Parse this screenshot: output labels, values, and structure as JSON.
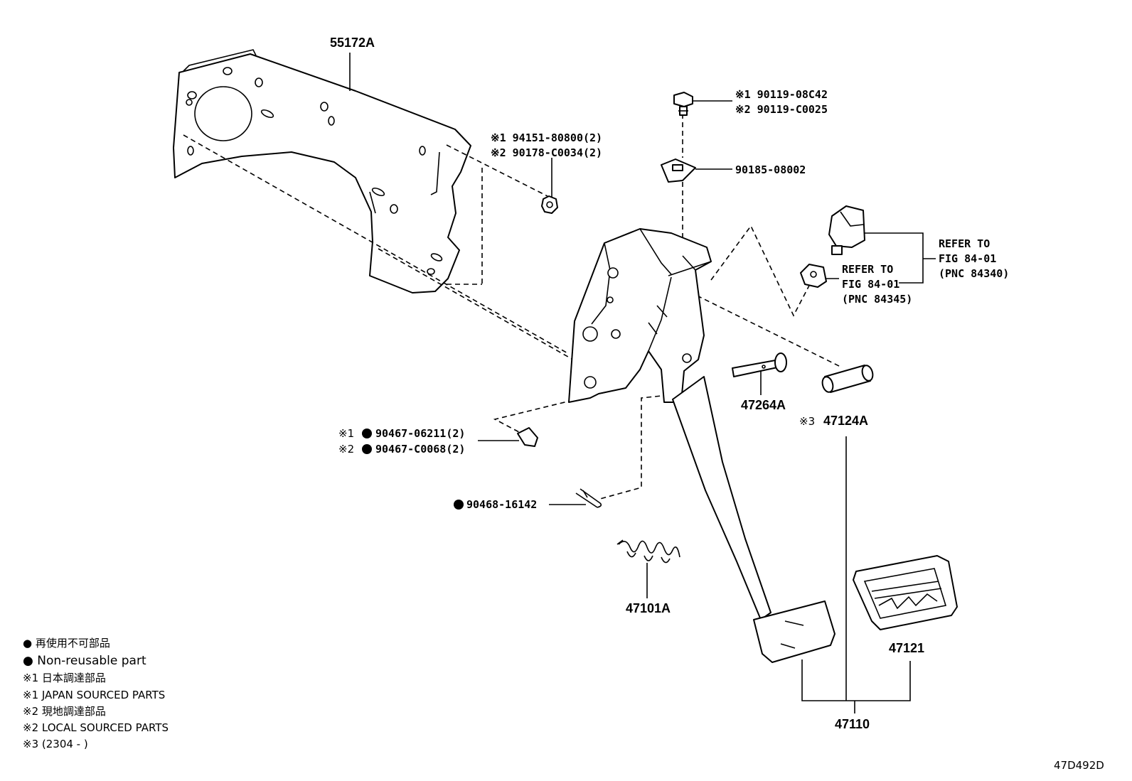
{
  "diagram": {
    "id": "47D492D",
    "parts": {
      "bracket": "55172A",
      "nut_1": "※1 94151-80800(2)",
      "nut_2": "※2 90178-C0034(2)",
      "bolt_1": "※1 90119-08C42",
      "bolt_2": "※2 90119-C0025",
      "clip_nut": "90185-08002",
      "refer_switch": [
        "REFER TO",
        "FIG 84-01",
        "(PNC 84340)"
      ],
      "refer_grommet": [
        "REFER TO",
        "FIG 84-01",
        "(PNC 84345)"
      ],
      "pin": "47264A",
      "bushing_mark": "※3",
      "bushing": "47124A",
      "clip_1_mark": "※1",
      "clip_1": "90467-06211(2)",
      "clip_2_mark": "※2",
      "clip_2": "90467-C0068(2)",
      "cotter_pin": "90468-16142",
      "spring": "47101A",
      "pedal_pad": "47121",
      "pedal_assy": "47110"
    },
    "legend": [
      "● 再使用不可部品",
      "● Non-reusable part",
      "※1 日本調達部品",
      "※1 JAPAN SOURCED PARTS",
      "※2 現地調達部品",
      "※2 LOCAL SOURCED PARTS",
      "※3 (2304 -      )"
    ]
  }
}
